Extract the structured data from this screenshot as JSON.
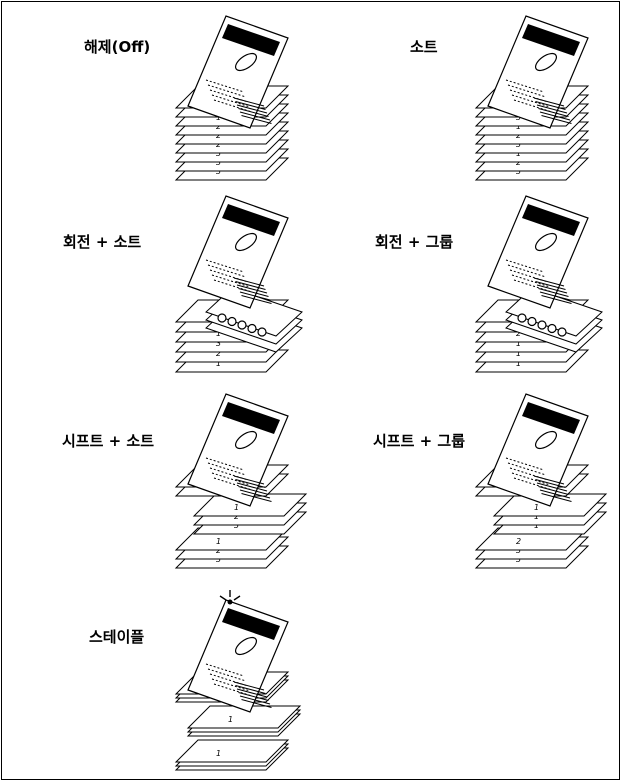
{
  "panels": [
    {
      "id": "off",
      "label": "해제(Off)",
      "stack": "collate",
      "numbers": [
        "1",
        "1",
        "1",
        "2",
        "2",
        "2",
        "3",
        "3",
        "3"
      ]
    },
    {
      "id": "sort",
      "label": "소트",
      "stack": "collate",
      "numbers": [
        "1",
        "2",
        "3",
        "1",
        "2",
        "3",
        "1",
        "2",
        "3"
      ]
    },
    {
      "id": "rotate-sort",
      "label": "회전 + 소트",
      "stack": "rotate",
      "numbers": [
        "1",
        "2",
        "3",
        "1",
        "2",
        "3"
      ]
    },
    {
      "id": "rotate-group",
      "label": "회전 + 그룹",
      "stack": "rotate",
      "numbers": [
        "1",
        "1",
        "1",
        "2",
        "3",
        "3"
      ]
    },
    {
      "id": "shift-sort",
      "label": "시프트 + 소트",
      "stack": "shift",
      "numbers": [
        "1",
        "2",
        "3",
        "1",
        "2",
        "3"
      ]
    },
    {
      "id": "shift-group",
      "label": "시프트 + 그룹",
      "stack": "shift",
      "numbers": [
        "1",
        "1",
        "1",
        "2",
        "3",
        "3"
      ]
    },
    {
      "id": "staple",
      "label": "스테이플",
      "stack": "staple",
      "numbers": [
        "1",
        "1",
        "1"
      ]
    }
  ],
  "colors": {
    "line": "#000000",
    "paper": "#ffffff"
  }
}
